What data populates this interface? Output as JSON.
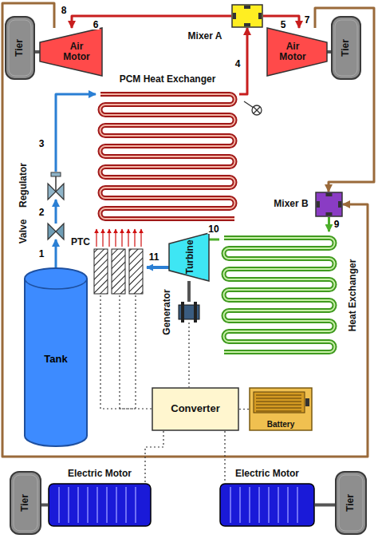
{
  "diagram": {
    "nodes": [
      {
        "text": [
          "Tier"
        ]
      },
      {
        "text": [
          "Air Motor"
        ]
      },
      {
        "text": [
          "Mixer A"
        ]
      },
      {
        "text": [
          "Air Motor"
        ]
      },
      {
        "text": [
          "Tier"
        ]
      },
      {
        "text": [
          "PCM Heat Exchanger"
        ]
      },
      {
        "text": [
          "Mixer B"
        ]
      },
      {
        "text": [
          "Regulator"
        ]
      },
      {
        "text": [
          "Valve"
        ]
      },
      {
        "text": [
          "PTC"
        ]
      },
      {
        "text": [
          "Turbine"
        ]
      },
      {
        "text": [
          "Heat Exchanger"
        ]
      },
      {
        "text": [
          "Tank"
        ]
      },
      {
        "text": [
          "Generator"
        ]
      },
      {
        "text": [
          "Converter"
        ]
      },
      {
        "text": [
          "Battery"
        ]
      },
      {
        "text": [
          "Tier"
        ]
      },
      {
        "text": [
          "Electric Motor"
        ]
      },
      {
        "text": [
          "Electric Motor"
        ]
      },
      {
        "text": [
          "Tier"
        ]
      }
    ],
    "edges": [
      {
        "from": 12,
        "to": 8,
        "arrow": "to"
      },
      {
        "from": 8,
        "to": 7,
        "arrow": "to"
      },
      {
        "from": 7,
        "to": 5,
        "arrow": "to"
      },
      {
        "from": 5,
        "to": 2,
        "arrow": "to"
      },
      {
        "from": 2,
        "to": 3,
        "arrow": "to"
      },
      {
        "from": 2,
        "to": 1,
        "arrow": "to"
      },
      {
        "from": 3,
        "to": 6,
        "arrow": "to"
      },
      {
        "from": 1,
        "to": 6,
        "arrow": "to"
      },
      {
        "from": 6,
        "to": 11,
        "arrow": "to"
      },
      {
        "from": 11,
        "to": 10,
        "arrow": "none"
      },
      {
        "from": 10,
        "to": 13,
        "arrow": "none"
      },
      {
        "from": 13,
        "to": 14,
        "arrow": "none"
      },
      {
        "from": 14,
        "to": 9,
        "arrow": "none"
      },
      {
        "from": 14,
        "to": 15,
        "arrow": "none"
      },
      {
        "from": 14,
        "to": 17,
        "arrow": "none"
      },
      {
        "from": 14,
        "to": 18,
        "arrow": "none"
      },
      {
        "from": 0,
        "to": 1,
        "arrow": "none"
      },
      {
        "from": 3,
        "to": 4,
        "arrow": "none"
      },
      {
        "from": 16,
        "to": 17,
        "arrow": "none"
      },
      {
        "from": 18,
        "to": 19,
        "arrow": "none"
      }
    ],
    "labels": [
      "1",
      "2",
      "3",
      "4",
      "5",
      "6",
      "7",
      "8",
      "9",
      "10",
      "11"
    ]
  }
}
